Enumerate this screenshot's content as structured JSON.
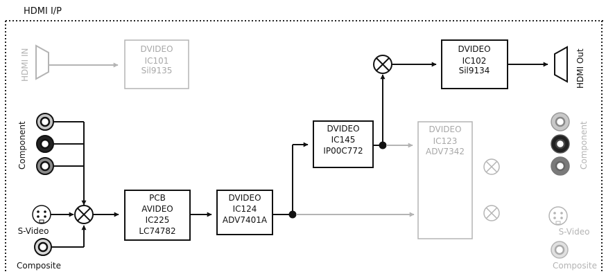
{
  "section_label": "HDMI I/P",
  "colors": {
    "active": "#111111",
    "inactive": "#b4b4b4",
    "inactive_text": "#a8a8a8",
    "frame": "#222222"
  },
  "inputs": {
    "hdmi_in": "HDMI IN",
    "component": "Component",
    "svideo": "S-Video",
    "composite": "Composite"
  },
  "outputs": {
    "hdmi_out": "HDMI Out",
    "component": "Component",
    "svideo": "S-Video",
    "composite": "Composite"
  },
  "blocks": {
    "ic101": {
      "line1": "DVIDEO",
      "line2": "IC101",
      "line3": "Sil9135"
    },
    "ic102": {
      "line1": "DVIDEO",
      "line2": "IC102",
      "line3": "Sil9134"
    },
    "ic145": {
      "line1": "DVIDEO",
      "line2": "IC145",
      "line3": "IP00C772"
    },
    "ic123": {
      "line1": "DVIDEO",
      "line2": "IC123",
      "line3": "ADV7342"
    },
    "ic225": {
      "line1": "PCB",
      "line2": "AVIDEO",
      "line3": "IC225",
      "line4": "LC74782"
    },
    "ic124": {
      "line1": "DVIDEO",
      "line2": "IC124",
      "line3": "ADV7401A"
    }
  }
}
